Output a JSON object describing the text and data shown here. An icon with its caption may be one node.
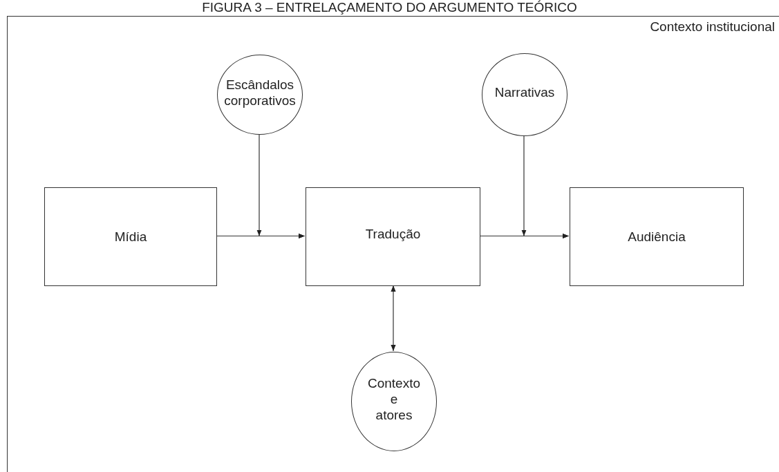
{
  "diagram": {
    "title": "FIGURA 3 – ENTRELAÇAMENTO DO ARGUMENTO TEÓRICO",
    "nodes": [
      {
        "text": [
          "Contexto institucional"
        ]
      },
      {
        "text": [
          "Escândalos corporativos"
        ],
        "in": 0
      },
      {
        "text": [
          "Narrativas"
        ],
        "in": 0
      },
      {
        "text": [
          "Mídia"
        ],
        "in": 0
      },
      {
        "text": [
          "Tradução"
        ],
        "in": 0
      },
      {
        "text": [
          "Audiência"
        ],
        "in": 0
      },
      {
        "text": [
          "Contexto e atores"
        ],
        "in": 0
      }
    ],
    "edges": [
      {
        "from": 3,
        "to": 4,
        "arrow": "to"
      },
      {
        "from": 4,
        "to": 5,
        "arrow": "to"
      },
      {
        "from": 1,
        "to": 4,
        "arrow": "to"
      },
      {
        "from": 2,
        "to": 5,
        "arrow": "to"
      },
      {
        "from": 4,
        "to": 6,
        "arrow": "both"
      }
    ]
  }
}
